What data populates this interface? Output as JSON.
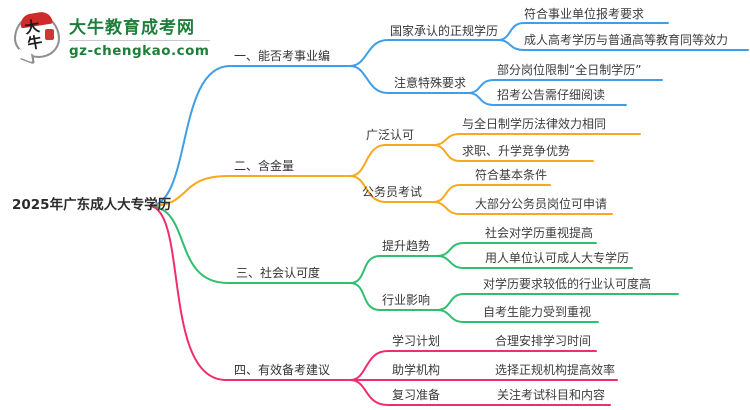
{
  "logo": {
    "seal_text": "大牛",
    "site_name": "大牛教育成考网",
    "site_domain": "gz-chengkao.com",
    "brand_green": "#1e7e3a",
    "seal_red": "#cf2b2b"
  },
  "root_label": "2025年广东成人大专学历",
  "branches": [
    {
      "label": "一、能否考事业编",
      "color": "#3f9ee7",
      "children": [
        {
          "label": "国家承认的正规学历",
          "leaves": [
            "符合事业单位报考要求",
            "成人高考学历与普通高等教育同等效力"
          ]
        },
        {
          "label": "注意特殊要求",
          "leaves": [
            "部分岗位限制“全日制学历”",
            "招考公告需仔细阅读"
          ]
        }
      ]
    },
    {
      "label": "二、含金量",
      "color": "#f8a81d",
      "children": [
        {
          "label": "广泛认可",
          "leaves": [
            "与全日制学历法律效力相同",
            "求职、升学竞争优势"
          ]
        },
        {
          "label": "公务员考试",
          "leaves": [
            "符合基本条件",
            "大部分公务员岗位可申请"
          ]
        }
      ]
    },
    {
      "label": "三、社会认可度",
      "color": "#2fbf6e",
      "children": [
        {
          "label": "提升趋势",
          "leaves": [
            "社会对学历重视提高",
            "用人单位认可成人大专学历"
          ]
        },
        {
          "label": "行业影响",
          "leaves": [
            "对学历要求较低的行业认可度高",
            "自考生能力受到重视"
          ]
        }
      ]
    },
    {
      "label": "四、有效备考建议",
      "color": "#f02d70",
      "children": [
        {
          "label": "学习计划",
          "leaves": [
            "合理安排学习时间"
          ]
        },
        {
          "label": "助学机构",
          "leaves": [
            "选择正规机构提高效率"
          ]
        },
        {
          "label": "复习准备",
          "leaves": [
            "关注考试科目和内容"
          ]
        }
      ]
    }
  ]
}
